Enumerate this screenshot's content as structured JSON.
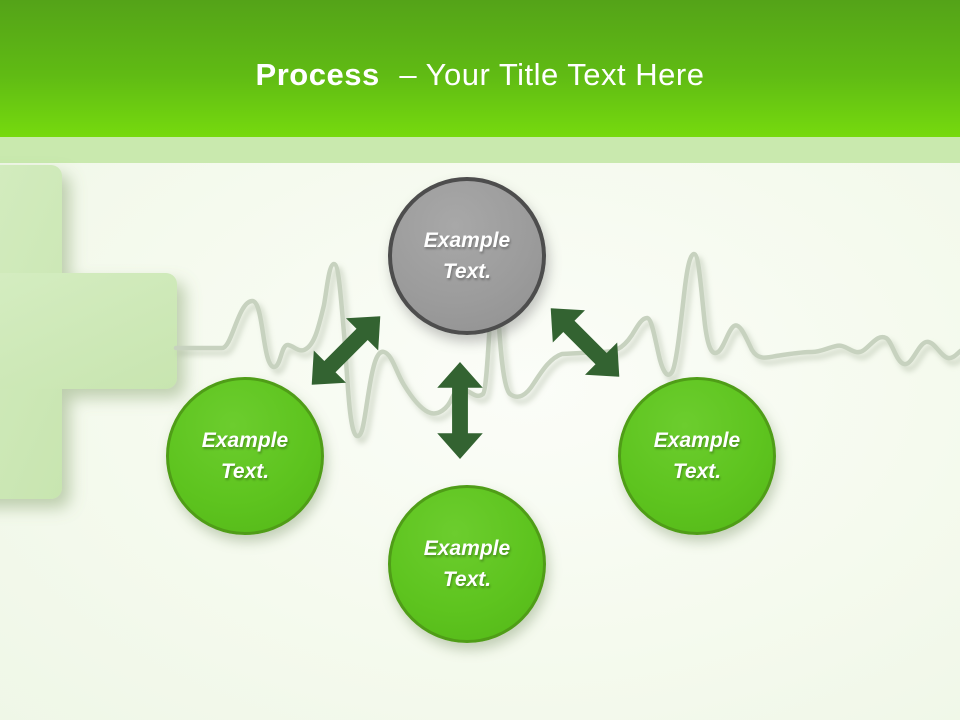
{
  "slide": {
    "header": {
      "title_bold": "Process",
      "title_rest": "– Your Title Text Here"
    },
    "nodes": [
      {
        "id": "top",
        "style": "gray",
        "line1": "Example",
        "line2": "Text."
      },
      {
        "id": "left",
        "style": "green",
        "line1": "Example",
        "line2": "Text."
      },
      {
        "id": "bottom",
        "style": "green",
        "line1": "Example",
        "line2": "Text."
      },
      {
        "id": "right",
        "style": "green",
        "line1": "Example",
        "line2": "Text."
      }
    ],
    "connectors": [
      {
        "id": "top-to-left",
        "type": "double-headed-arrow"
      },
      {
        "id": "top-to-bottom",
        "type": "double-headed-arrow"
      },
      {
        "id": "top-to-right",
        "type": "double-headed-arrow"
      }
    ],
    "decorations": {
      "medical_cross": "medical-cross-shape",
      "heartbeat": "ekg-heartbeat-line"
    },
    "colors": {
      "header_gradient_top": "#54a318",
      "header_gradient_bottom": "#76da0e",
      "header_strip": "#c9e9ae",
      "content_background": "#f6fbf1",
      "title_text": "#ffffff",
      "node_green_fill": "#5ec41f",
      "node_green_border": "#4f9d17",
      "node_gray_fill": "#9c9c9c",
      "node_gray_border": "#4d4d4d",
      "node_text": "#ffffff",
      "arrow_green": "#336331",
      "cross_fill": "#cfe9ba",
      "ekg_line": "#c7d2bf"
    }
  }
}
